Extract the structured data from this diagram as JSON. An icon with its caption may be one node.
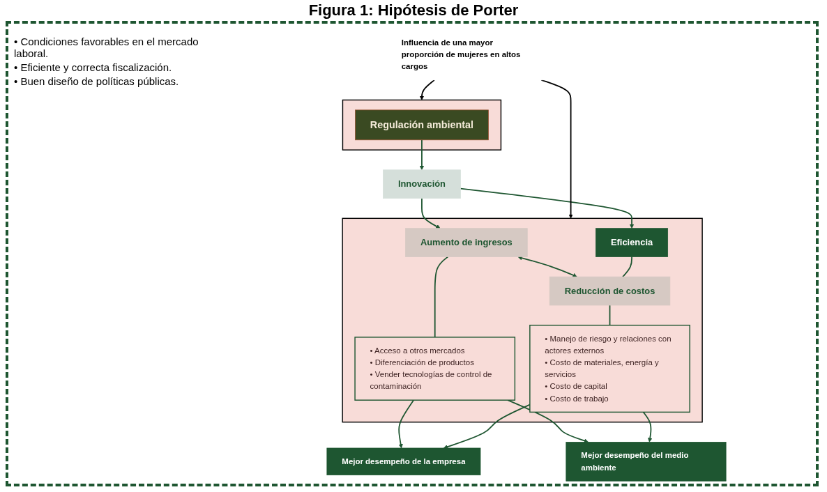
{
  "diagram": {
    "title": "Figura 1: Hipótesis de Porter",
    "nodes": [
      {
        "text": [
          "Influencia de una mayor proporción de mujeres en altos cargos"
        ]
      },
      {
        "text": [],
        "shape": "box"
      },
      {
        "text": [
          "Regulación ambiental"
        ],
        "in": 1
      },
      {
        "text": [
          "Innovación"
        ]
      },
      {
        "text": [],
        "shape": "box"
      },
      {
        "text": [
          "Aumento de ingresos"
        ],
        "in": 4
      },
      {
        "text": [
          "Eficiencia"
        ],
        "in": 4
      },
      {
        "text": [
          "• Acceso a otros mercados",
          "• Diferenciación de productos",
          "• Vender tecnologías de control de contaminación"
        ],
        "in": 4
      },
      {
        "text": [
          "Reducción de costos"
        ],
        "in": 4
      },
      {
        "text": [
          "• Manejo de riesgo y relaciones con actores externos",
          "• Costo de materiales, energía y servicios",
          "• Costo de capital",
          "• Costo de trabajo"
        ],
        "in": 4
      },
      {
        "text": [
          "Mejor desempeño de la empresa"
        ]
      },
      {
        "text": [
          "Mejor desempeño del medio ambiente"
        ]
      }
    ],
    "edges": [
      {
        "from": 0,
        "to": 1,
        "arrow": "to",
        "color": "#000000"
      },
      {
        "from": 2,
        "to": 3,
        "arrow": "to"
      },
      {
        "from": 3,
        "to": 5,
        "arrow": "to"
      },
      {
        "from": 3,
        "to": 6,
        "arrow": "to"
      },
      {
        "from": 0,
        "to": 4,
        "arrow": "to",
        "color": "#000000"
      },
      {
        "from": 5,
        "to": 7,
        "arrow": "none"
      },
      {
        "from": 5,
        "to": 8,
        "arrow": "both"
      },
      {
        "from": 6,
        "to": 8,
        "arrow": "none"
      },
      {
        "from": 8,
        "to": 9,
        "arrow": "none"
      },
      {
        "from": 7,
        "to": 10,
        "arrow": "to"
      },
      {
        "from": 7,
        "to": 11,
        "arrow": "to"
      },
      {
        "from": 9,
        "to": 10,
        "arrow": "to"
      },
      {
        "from": 9,
        "to": 11,
        "arrow": "to"
      }
    ],
    "labels": [
      "• Condiciones favorables en el mercado laboral.",
      "• Eficiente y correcta fiscalización.",
      "• Buen diseño de políticas públicas."
    ]
  }
}
